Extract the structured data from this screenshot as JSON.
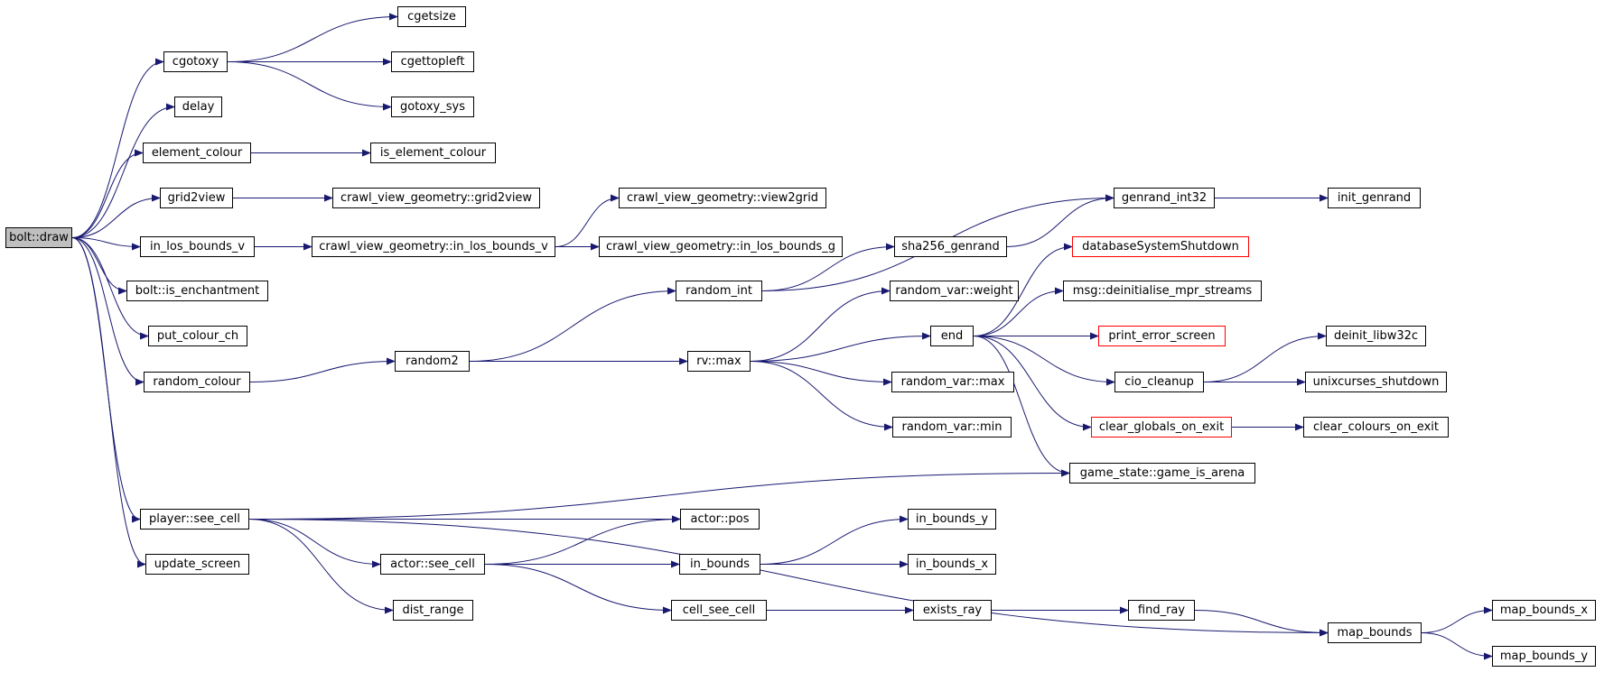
{
  "colors": {
    "edge": "#191970",
    "node_border": "#000000",
    "root_fill": "#bfbfbf",
    "truncated_border": "#ff0000"
  },
  "nodes": {
    "bolt_draw": "bolt::draw",
    "cgotoxy": "cgotoxy",
    "cgetsize": "cgetsize",
    "cgettopleft": "cgettopleft",
    "gotoxy_sys": "gotoxy_sys",
    "delay": "delay",
    "element_colour": "element_colour",
    "is_element_colour": "is_element_colour",
    "grid2view": "grid2view",
    "cvg_grid2view": "crawl_view_geometry::grid2view",
    "cvg_view2grid": "crawl_view_geometry::view2grid",
    "in_los_bounds_v": "in_los_bounds_v",
    "cvg_in_los_bounds_v": "crawl_view_geometry::in_los_bounds_v",
    "cvg_in_los_bounds_g": "crawl_view_geometry::in_los_bounds_g",
    "bolt_is_enchantment": "bolt::is_enchantment",
    "put_colour_ch": "put_colour_ch",
    "random_colour": "random_colour",
    "random2": "random2",
    "random_int": "random_int",
    "rv_max": "rv::max",
    "sha256_genrand": "sha256_genrand",
    "genrand_int32": "genrand_int32",
    "init_genrand": "init_genrand",
    "random_var_weight": "random_var::weight",
    "end": "end",
    "random_var_max": "random_var::max",
    "random_var_min": "random_var::min",
    "databaseSystemShutdown": "databaseSystemShutdown",
    "msg_deinit": "msg::deinitialise_mpr_streams",
    "print_error_screen": "print_error_screen",
    "cio_cleanup": "cio_cleanup",
    "deinit_libw32c": "deinit_libw32c",
    "unixcurses_shutdown": "unixcurses_shutdown",
    "clear_globals_on_exit": "clear_globals_on_exit",
    "clear_colours_on_exit": "clear_colours_on_exit",
    "game_is_arena": "game_state::game_is_arena",
    "player_see_cell": "player::see_cell",
    "actor_pos": "actor::pos",
    "actor_see_cell": "actor::see_cell",
    "in_bounds": "in_bounds",
    "in_bounds_y": "in_bounds_y",
    "in_bounds_x": "in_bounds_x",
    "update_screen": "update_screen",
    "dist_range": "dist_range",
    "cell_see_cell": "cell_see_cell",
    "exists_ray": "exists_ray",
    "find_ray": "find_ray",
    "map_bounds": "map_bounds",
    "map_bounds_x": "map_bounds_x",
    "map_bounds_y": "map_bounds_y"
  }
}
